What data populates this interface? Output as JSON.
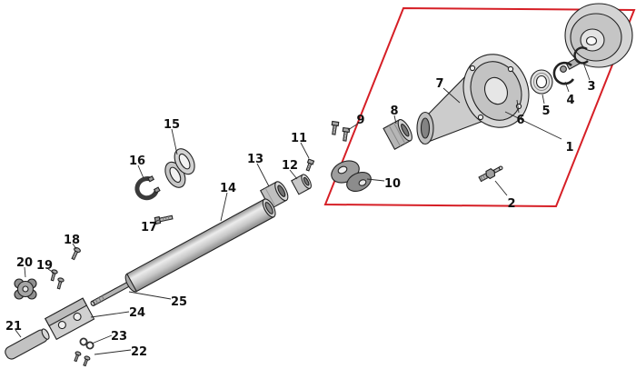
{
  "diagram": {
    "type": "exploded-parts-diagram",
    "background": "#ffffff",
    "line_color": "#1a1a1a",
    "highlight_color": "#d61f26",
    "callouts": [
      {
        "label": "1",
        "part": "clutch-housing-assembly"
      },
      {
        "label": "2",
        "part": "grease-fitting"
      },
      {
        "label": "3",
        "part": "snap-ring"
      },
      {
        "label": "4",
        "part": "retaining-ring"
      },
      {
        "label": "5",
        "part": "bearing"
      },
      {
        "label": "6",
        "part": "washer"
      },
      {
        "label": "7",
        "part": "clutch-drum-housing"
      },
      {
        "label": "8",
        "part": "shaft-collar"
      },
      {
        "label": "9",
        "part": "mounting-bolts"
      },
      {
        "label": "10",
        "part": "clamp-bracket"
      },
      {
        "label": "11",
        "part": "clamp-bolt"
      },
      {
        "label": "12",
        "part": "small-bushing"
      },
      {
        "label": "13",
        "part": "shaft-bushing"
      },
      {
        "label": "14",
        "part": "outer-drive-tube"
      },
      {
        "label": "15",
        "part": "loop-handle-clamp"
      },
      {
        "label": "16",
        "part": "clamp-band"
      },
      {
        "label": "17",
        "part": "band-bolt"
      },
      {
        "label": "18",
        "part": "screw"
      },
      {
        "label": "19",
        "part": "screws"
      },
      {
        "label": "20",
        "part": "wing-knob"
      },
      {
        "label": "21",
        "part": "handle-grip"
      },
      {
        "label": "22",
        "part": "small-screws"
      },
      {
        "label": "23",
        "part": "lock-washers"
      },
      {
        "label": "24",
        "part": "tube-clamp-block"
      },
      {
        "label": "25",
        "part": "inner-drive-shaft"
      }
    ]
  }
}
